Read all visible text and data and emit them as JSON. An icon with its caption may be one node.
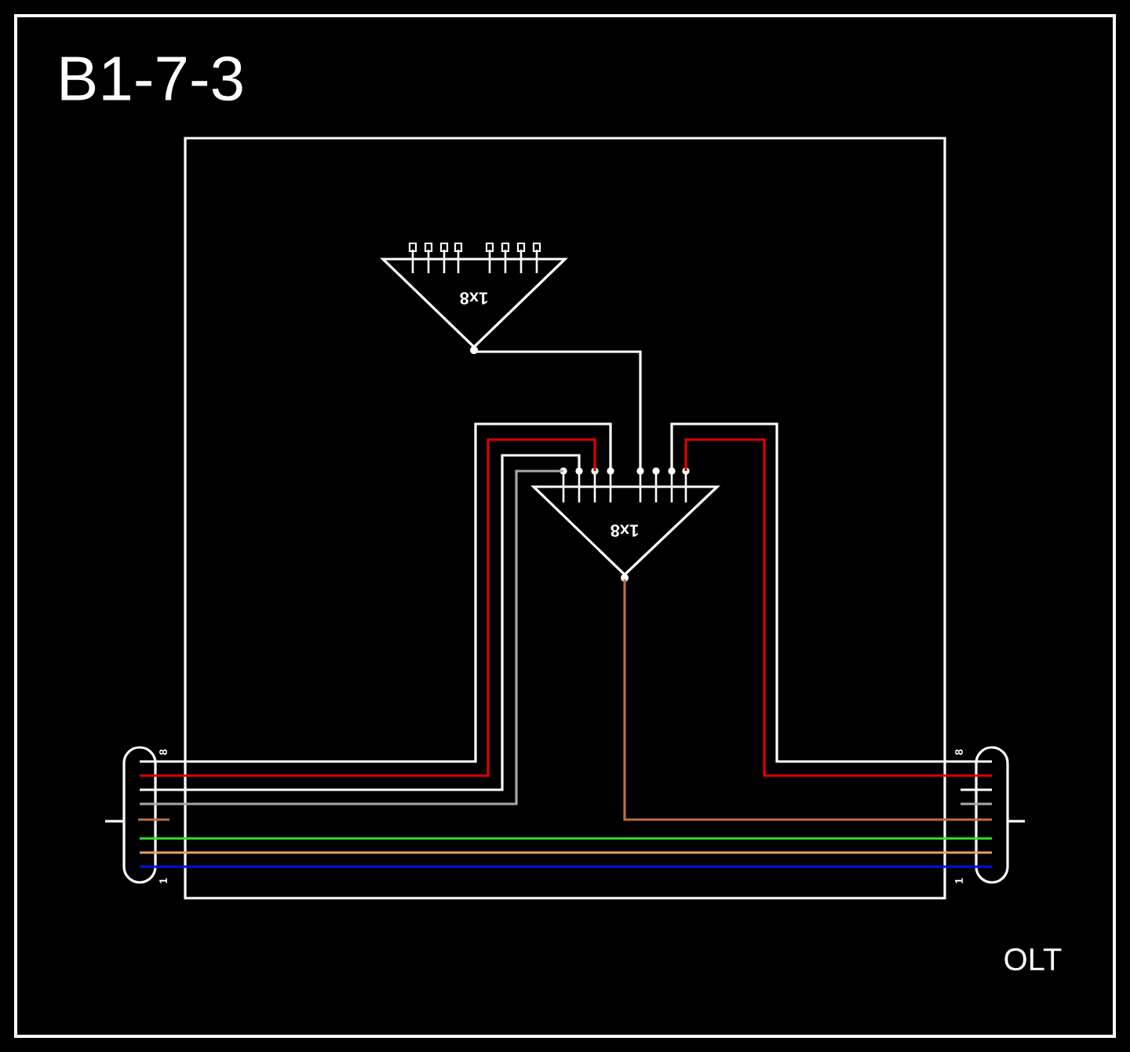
{
  "diagram": {
    "title": "B1-7-3",
    "nodes": [
      {
        "text": [],
        "shape": "box"
      },
      {
        "text": [
          "1x8"
        ],
        "in": 0
      },
      {
        "text": [
          "1x8"
        ],
        "in": 0
      },
      {
        "text": [],
        "shape": "bar",
        "beside": [
          "8",
          "1"
        ]
      },
      {
        "text": [],
        "shape": "bar",
        "beside": [
          "8",
          "1"
        ]
      }
    ],
    "edges": [
      {
        "from": 1,
        "to": 2,
        "arrow": "none"
      },
      {
        "from": 2,
        "to": 3,
        "arrow": "none"
      },
      {
        "from": 2,
        "to": 3,
        "arrow": "none",
        "color": "#e00000"
      },
      {
        "from": 2,
        "to": 3,
        "arrow": "none"
      },
      {
        "from": 2,
        "to": 3,
        "arrow": "none",
        "color": "#a8a8a8"
      },
      {
        "from": 2,
        "to": 4,
        "arrow": "none"
      },
      {
        "from": 2,
        "to": 4,
        "arrow": "none",
        "color": "#e00000"
      },
      {
        "from": 2,
        "to": 4,
        "arrow": "none",
        "color": "#b8703c"
      },
      {
        "from": 3,
        "to": 4,
        "arrow": "none",
        "color": "#30e030"
      },
      {
        "from": 3,
        "to": 4,
        "arrow": "none",
        "color": "#e8a060"
      },
      {
        "from": 3,
        "to": 4,
        "arrow": "none",
        "color": "#0010e8"
      }
    ],
    "labels": [
      "OLT"
    ]
  }
}
